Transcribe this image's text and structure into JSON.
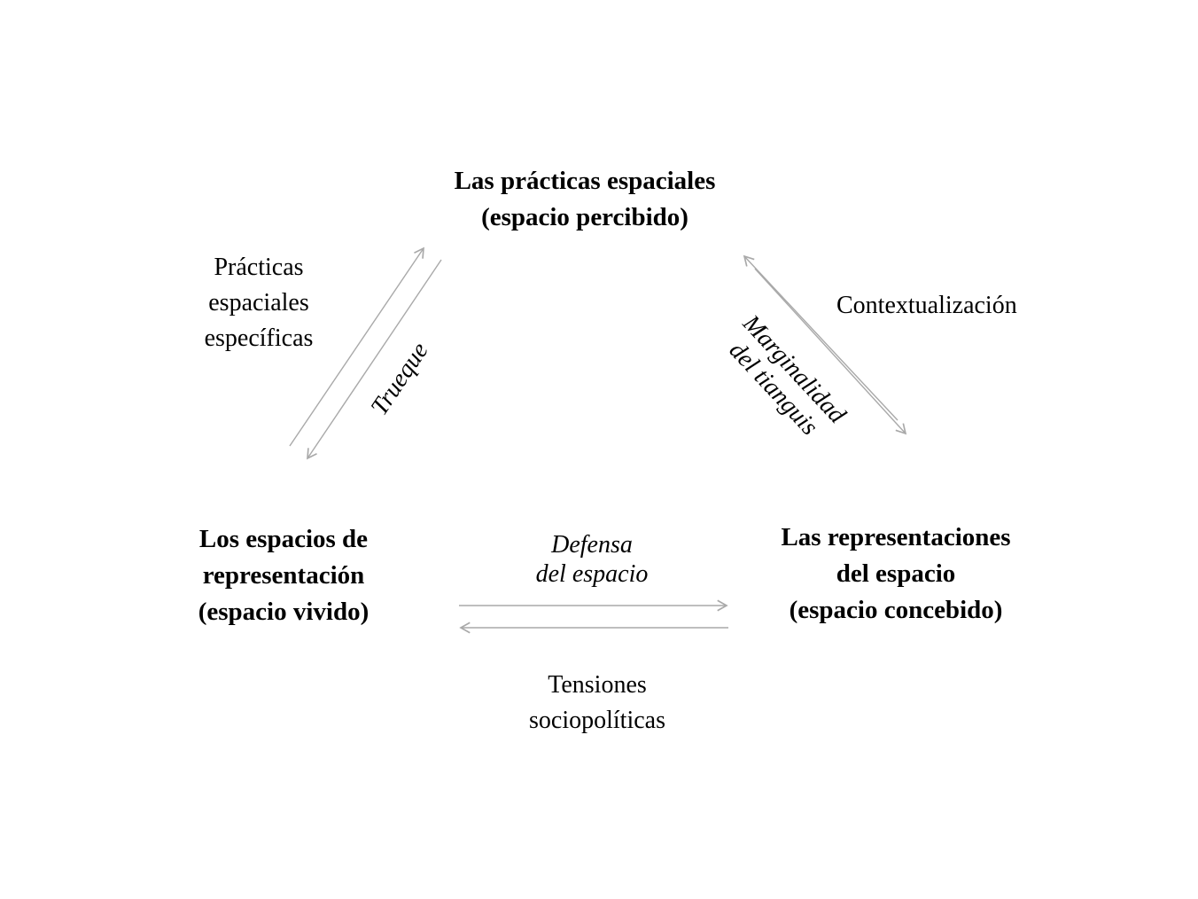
{
  "diagram": {
    "background_color": "#ffffff",
    "arrow_color": "#a9a9a9",
    "text_color": "#000000",
    "nodes": {
      "top": {
        "line1": "Las prácticas espaciales",
        "line2": "(espacio percibido)"
      },
      "bottom_left": {
        "line1": "Los espacios de",
        "line2": "representación",
        "line3": "(espacio vivido)"
      },
      "bottom_right": {
        "line1": "Las representaciones",
        "line2": "del espacio",
        "line3": "(espacio concebido)"
      }
    },
    "edge_labels": {
      "left_outer": {
        "line1": "Prácticas",
        "line2": "espaciales",
        "line3": "específicas"
      },
      "left_inner": "Trueque",
      "right_outer": "Contextualización",
      "right_inner": {
        "line1": "Marginalidad",
        "line2": "del tianguis"
      },
      "bottom_above": {
        "line1": "Defensa",
        "line2": "del espacio"
      },
      "bottom_below": {
        "line1": "Tensiones",
        "line2": "sociopolíticas"
      }
    }
  }
}
